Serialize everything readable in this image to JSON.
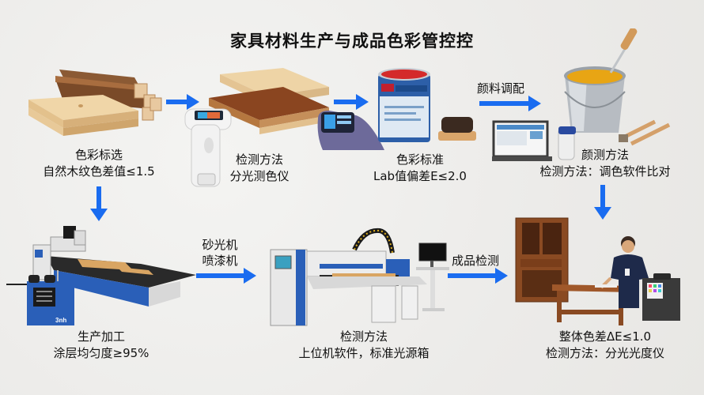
{
  "title": "家具材料生产与成品色彩管控控",
  "colors": {
    "arrow": "#1a6cf0",
    "background": "#efefed",
    "text": "#111111",
    "machine_blue": "#2a5fb8",
    "wood_light": "#e6c79a",
    "wood_dark": "#8a4a22",
    "paint_red": "#d42a2a",
    "paint_yellow": "#e8a514"
  },
  "steps": [
    {
      "id": "wood-selection",
      "title": "色彩标选",
      "detail": "自然木纹色差值≤1.5",
      "image": "wood-logs-and-planks"
    },
    {
      "id": "plank-inspection",
      "title": "检测方法",
      "detail": "分光测色仪",
      "image": "handheld-spectrophotometer-and-wood-boards"
    },
    {
      "id": "color-standard",
      "title": "色彩标准",
      "detail": "Lab值偏差E≤2.0",
      "image": "colorimeter-paint-can-brush"
    },
    {
      "id": "pigment-check",
      "title": "颜测方法",
      "detail": "检测方法：调色软件比对",
      "image": "paint-bucket-laptop-spectrophotometer"
    },
    {
      "id": "production",
      "title": "生产加工",
      "detail": "涂层均匀度≥95%",
      "image": "cnc-machine-with-control-box"
    },
    {
      "id": "process-inspection",
      "title": "检测方法",
      "detail": "上位机软件，标准光源箱",
      "image": "coating-line-with-computer"
    },
    {
      "id": "final-inspection",
      "title": "整体色差ΔE≤1.0",
      "detail": "检测方法：分光光度仪",
      "image": "furniture-worker-spectrophotometer"
    }
  ],
  "arrows": [
    {
      "from": "wood-selection",
      "to": "plank-inspection",
      "label": ""
    },
    {
      "from": "plank-inspection",
      "to": "color-standard",
      "label": ""
    },
    {
      "from": "color-standard",
      "to": "pigment-check",
      "label": "颜料调配"
    },
    {
      "from": "wood-selection",
      "to": "production",
      "label": ""
    },
    {
      "from": "production",
      "to": "process-inspection",
      "label_line1": "砂光机",
      "label_line2": "喷漆机"
    },
    {
      "from": "process-inspection",
      "to": "final-inspection",
      "label": "成品检测"
    },
    {
      "from": "pigment-check",
      "to": "final-inspection",
      "label": ""
    }
  ],
  "machine_brand": "3nh"
}
